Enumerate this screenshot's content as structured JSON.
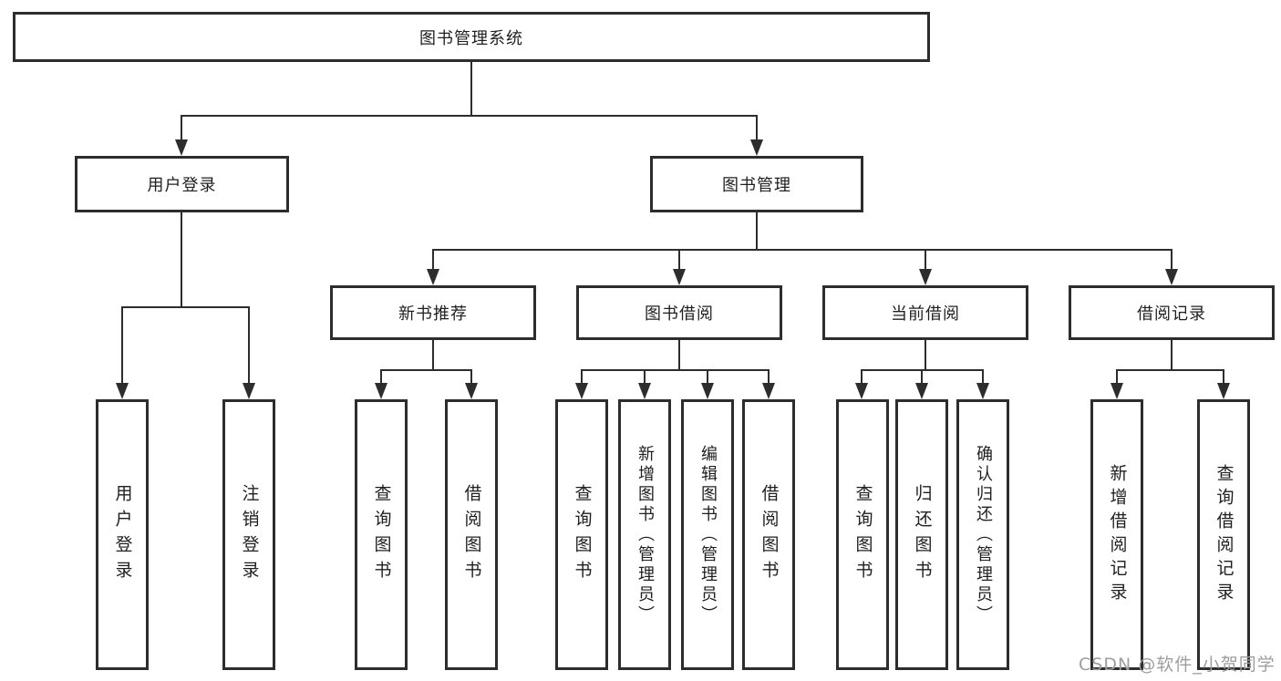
{
  "diagram": {
    "type": "hierarchy-tree",
    "root": {
      "label": "图书管理系统"
    },
    "level2": [
      {
        "label": "用户登录"
      },
      {
        "label": "图书管理"
      }
    ],
    "level3": [
      {
        "label": "新书推荐"
      },
      {
        "label": "图书借阅"
      },
      {
        "label": "当前借阅"
      },
      {
        "label": "借阅记录"
      }
    ],
    "leaves": {
      "user_login": [
        {
          "label": "用户登录"
        },
        {
          "label": "注销登录"
        }
      ],
      "new_book": [
        {
          "label": "查询图书"
        },
        {
          "label": "借阅图书"
        }
      ],
      "book_borrow": [
        {
          "label": "查询图书"
        },
        {
          "label": "新增图书（管理员）"
        },
        {
          "label": "编辑图书（管理员）"
        },
        {
          "label": "借阅图书"
        }
      ],
      "current_borrow": [
        {
          "label": "查询图书"
        },
        {
          "label": "归还图书"
        },
        {
          "label": "确认归还（管理员）"
        }
      ],
      "borrow_record": [
        {
          "label": "新增借阅记录"
        },
        {
          "label": "查询借阅记录"
        }
      ]
    }
  },
  "watermark": {
    "text": "CSDN @软件_小贺同学"
  },
  "colors": {
    "line": "#2d2d2d",
    "box_border": "#2d2d2d",
    "box_background": "#ffffff",
    "text": "#1f1f1f",
    "watermark": "#9e9e9e"
  }
}
